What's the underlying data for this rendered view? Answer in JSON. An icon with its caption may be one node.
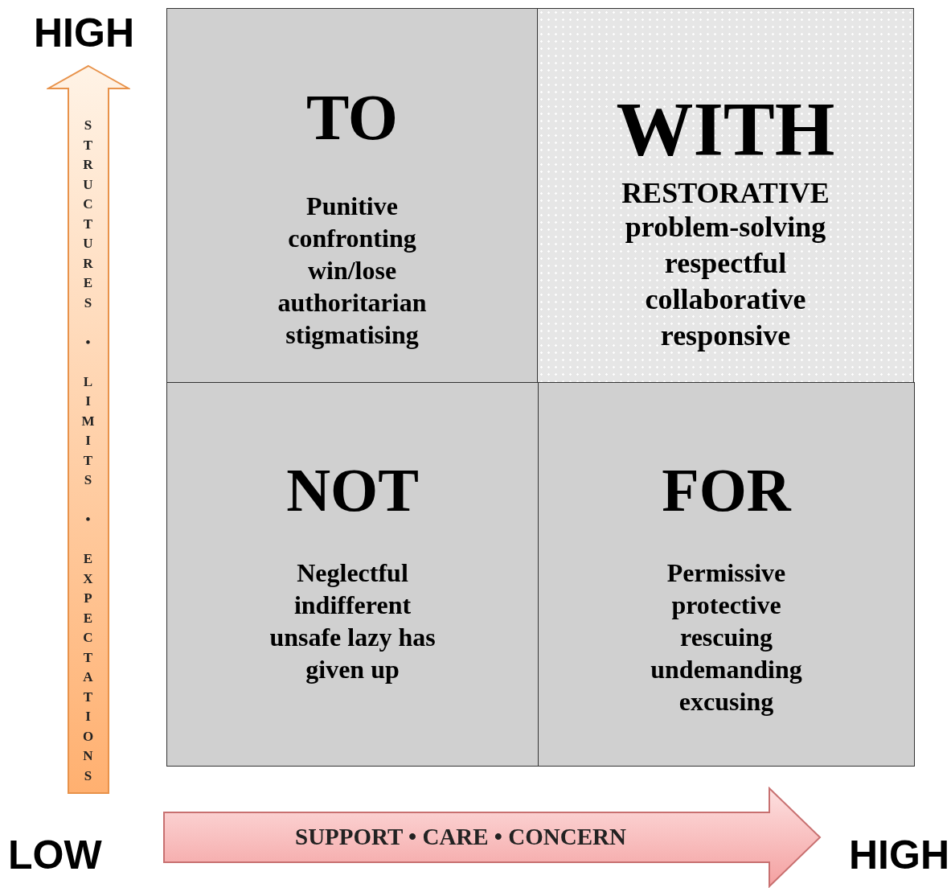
{
  "diagram": {
    "nodes": [
      {
        "text": [
          "TO",
          "Punitive confronting win/lose authoritarian stigmatising"
        ]
      },
      {
        "text": [
          "WITH",
          "RESTORATIVE",
          "problem-solving respectful collaborative responsive"
        ]
      },
      {
        "text": [
          "NOT",
          "Neglectful indifferent unsafe lazy has given up"
        ]
      },
      {
        "text": [
          "FOR",
          "Permissive protective rescuing undemanding excusing"
        ]
      },
      {
        "text": [
          "STRUCTURES • LIMITS • EXPECTATIONS"
        ]
      },
      {
        "text": [
          "SUPPORT • CARE • CONCERN"
        ]
      }
    ],
    "labels": [
      "HIGH",
      "LOW",
      "HIGH"
    ]
  }
}
